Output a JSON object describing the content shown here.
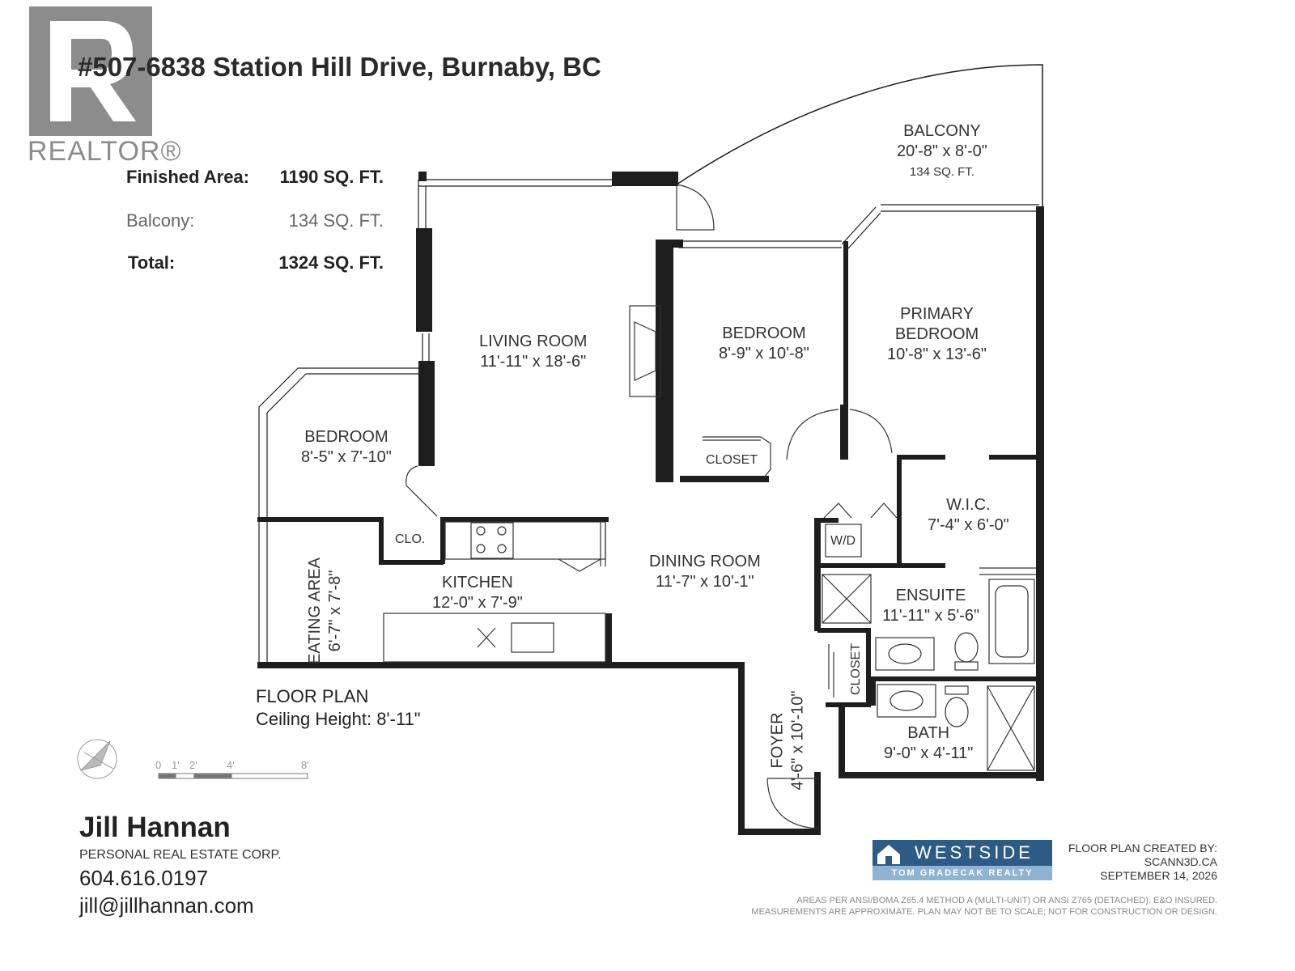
{
  "logo": {
    "icon": "realtor-r-logo",
    "wordmark": "REALTOR®"
  },
  "title": "#507-6838 Station Hill Drive, Burnaby, BC",
  "areas": {
    "finished_label": "Finished Area:",
    "finished_value": "1190 SQ. FT.",
    "balcony_label": "Balcony:",
    "balcony_value": "134 SQ. FT.",
    "total_label": "Total:",
    "total_value": "1324 SQ. FT."
  },
  "rooms": {
    "balcony": {
      "name": "BALCONY",
      "dims": "20'-8\" x 8'-0\"",
      "area": "134 SQ. FT."
    },
    "living": {
      "name": "LIVING ROOM",
      "dims": "11'-11\" x 18'-6\""
    },
    "bedroom2": {
      "name": "BEDROOM",
      "dims": "8'-9\" x 10'-8\""
    },
    "primary": {
      "name1": "PRIMARY",
      "name2": "BEDROOM",
      "dims": "10'-8\" x 13'-6\""
    },
    "bedroom3": {
      "name": "BEDROOM",
      "dims": "8'-5\" x 7'-10\""
    },
    "closet": "CLOSET",
    "clo": "CLO.",
    "wd": "W/D",
    "wic": {
      "name": "W.I.C.",
      "dims": "7'-4\" x 6'-0\""
    },
    "dining": {
      "name": "DINING ROOM",
      "dims": "11'-7\" x 10'-1\""
    },
    "kitchen": {
      "name": "KITCHEN",
      "dims": "12'-0\" x 7'-9\""
    },
    "eating": {
      "name": "EATING AREA",
      "dims": "6'-7\" x 7'-8\""
    },
    "ensuite": {
      "name": "ENSUITE",
      "dims": "11'-11\" x 5'-6\""
    },
    "closet2": "CLOSET",
    "foyer": {
      "name": "FOYER",
      "dims": "4'-6\" x 10'-10\""
    },
    "bath": {
      "name": "BATH",
      "dims": "9'-0\" x 4'-11\""
    }
  },
  "plan": {
    "label": "FLOOR PLAN",
    "ceiling": "Ceiling Height: 8'-11\""
  },
  "scale": {
    "ticks": [
      "0",
      "1'",
      "2'",
      "4'",
      "8'"
    ],
    "compass_icon": "north-arrow-icon"
  },
  "agent": {
    "name": "Jill Hannan",
    "corp": "PERSONAL REAL ESTATE CORP.",
    "phone": "604.616.0197",
    "email": "jill@jillhannan.com"
  },
  "brand": {
    "word": "WESTSIDE",
    "sub": "TOM GRADECAK REALTY",
    "icon": "house-icon"
  },
  "credits": {
    "line1": "FLOOR PLAN CREATED BY:",
    "line2": "SCANN3D.CA",
    "line3": "SEPTEMBER 14, 2026"
  },
  "disclaimer": {
    "line1": "AREAS PER ANSI/BOMA Z65.4 METHOD A (MULTI-UNIT) OR ANSI Z765 (DETACHED). E&O INSURED.",
    "line2": "MEASUREMENTS ARE APPROXIMATE. PLAN MAY NOT BE TO SCALE; NOT FOR CONSTRUCTION OR DESIGN."
  },
  "colors": {
    "wall": "#1e1e1e",
    "logo_gray": "#8c8c8c",
    "brand_blue": "#2d5b86",
    "brand_light": "#8fb3d3"
  }
}
